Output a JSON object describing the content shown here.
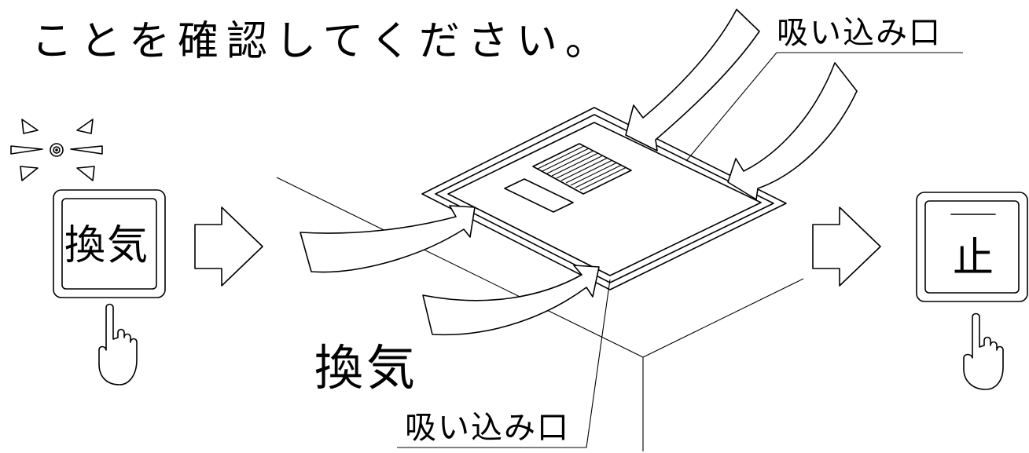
{
  "instruction": "ことを確認してください。",
  "labels": {
    "intake_top": "吸い込み口",
    "intake_bottom": "吸い込み口",
    "airflow": "換気"
  },
  "buttons": {
    "ventilation": "換気",
    "stop": "止"
  }
}
